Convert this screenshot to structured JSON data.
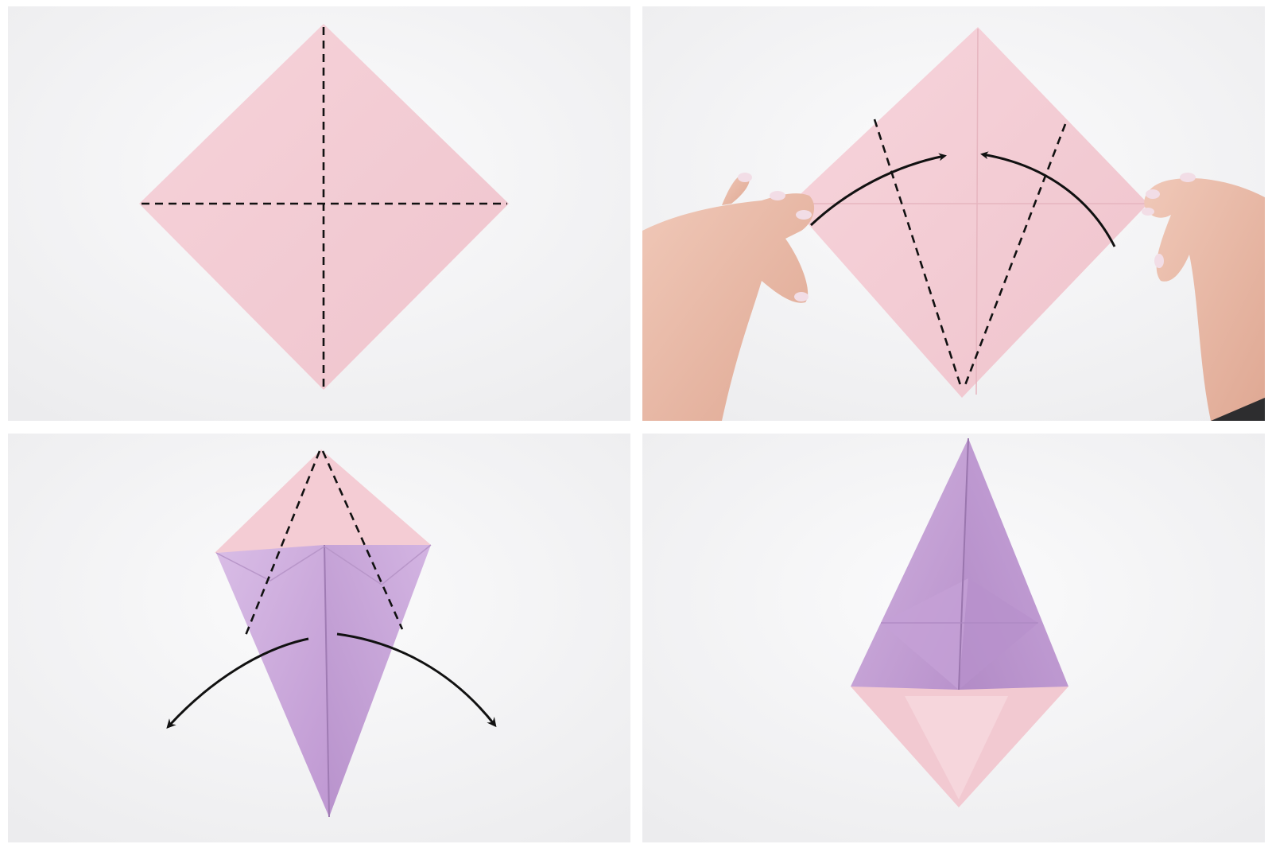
{
  "steps": [
    {
      "name": "step-1-diamond-crease-lines",
      "paper": "#f3cbd3"
    },
    {
      "name": "step-2-fold-sides-to-center",
      "paper": "#f3cbd3"
    },
    {
      "name": "step-3-kite-fold-top",
      "paper": "#c7a1d8"
    },
    {
      "name": "step-4-result",
      "paper": "#c7a1d8"
    }
  ],
  "colors": {
    "pink_paper": "#f3cbd3",
    "purple_paper": "#c7a1d8",
    "background": "#f4f4f5",
    "skin": "#e9b9a6"
  },
  "icons": [
    "dashed-fold-line",
    "curved-arrow"
  ]
}
